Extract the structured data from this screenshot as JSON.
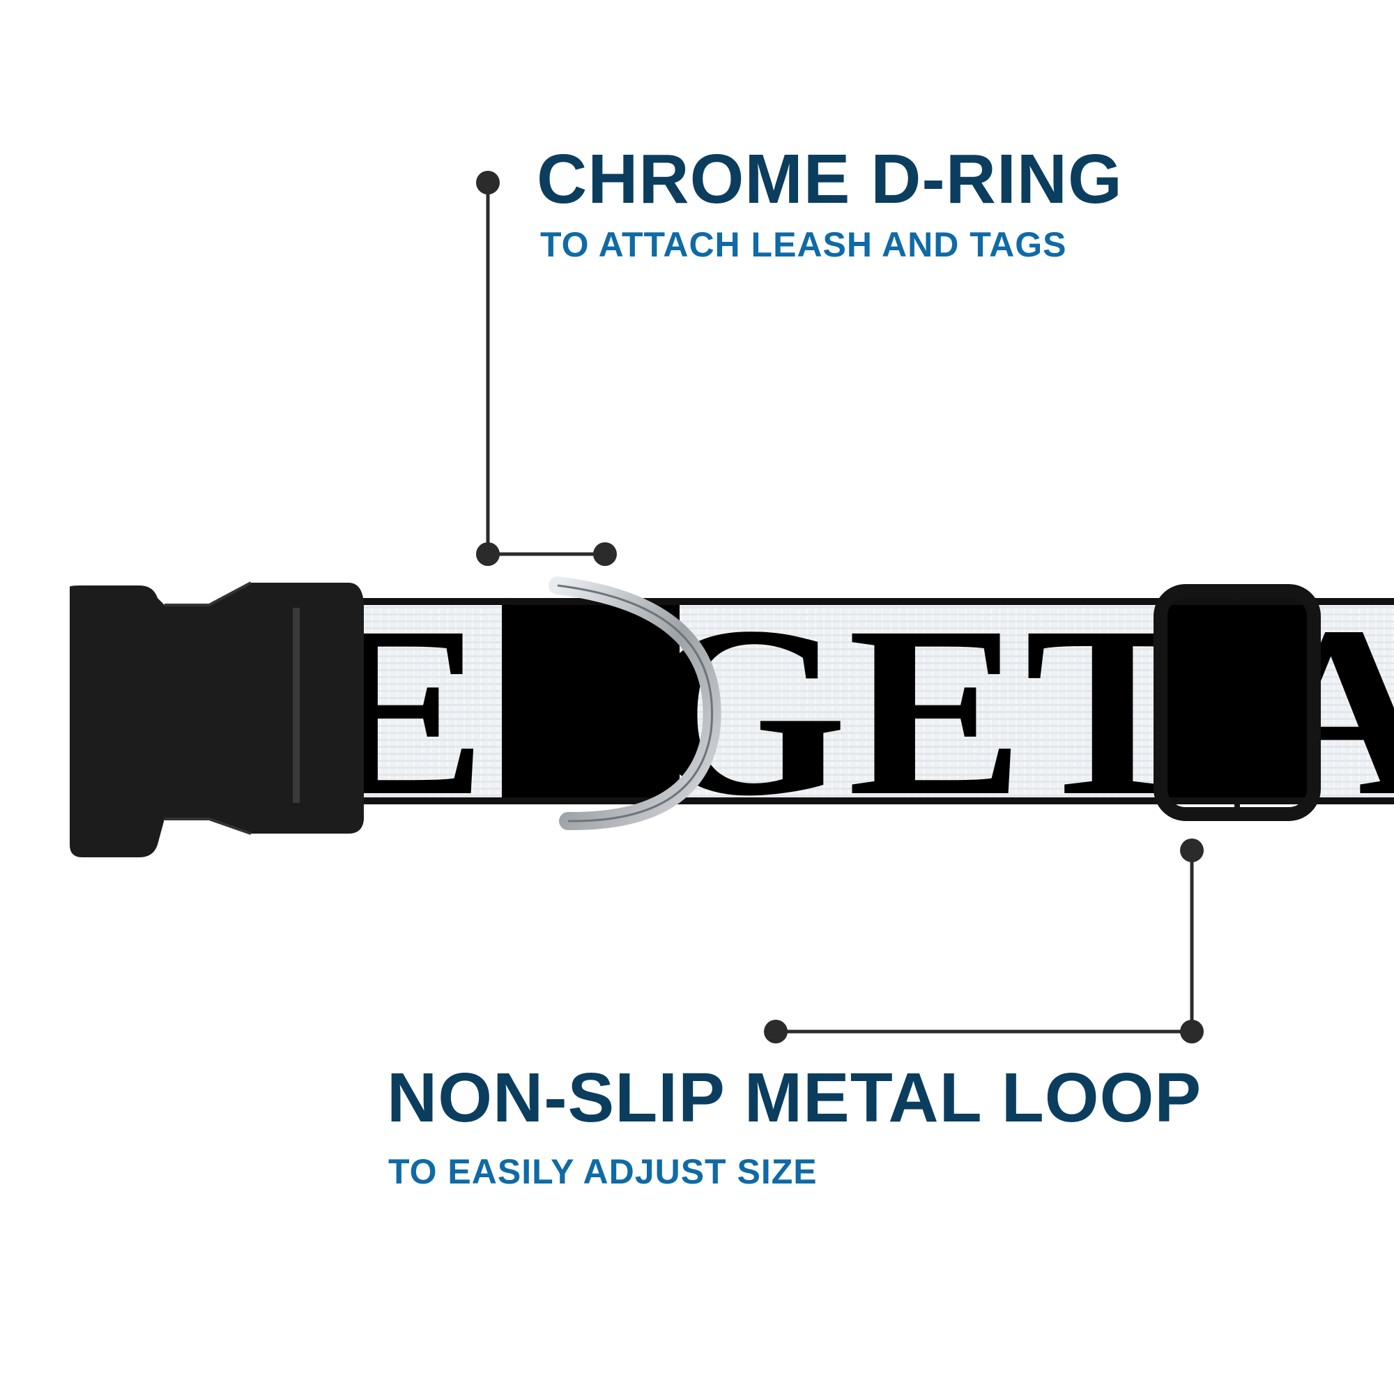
{
  "callouts": {
    "d_ring": {
      "title": "CHROME D-RING",
      "subtitle": "TO ATTACH LEASH AND TAGS"
    },
    "loop": {
      "title": "NON-SLIP METAL LOOP",
      "subtitle": "TO EASILY ADJUST SIZE"
    }
  },
  "collar": {
    "print_text": "E! GET A",
    "webbing_color": "#eef1f4",
    "letter_color": "#000000",
    "buckle_color": "#1c1c1c",
    "ring_color": "#b9bdc2"
  },
  "colors": {
    "title": "#0b3d5e",
    "subtitle": "#0f6aa6",
    "leader_line": "#2b2b2b"
  },
  "icons": [
    "buckle-icon",
    "d-ring-icon",
    "slider-loop-icon"
  ]
}
